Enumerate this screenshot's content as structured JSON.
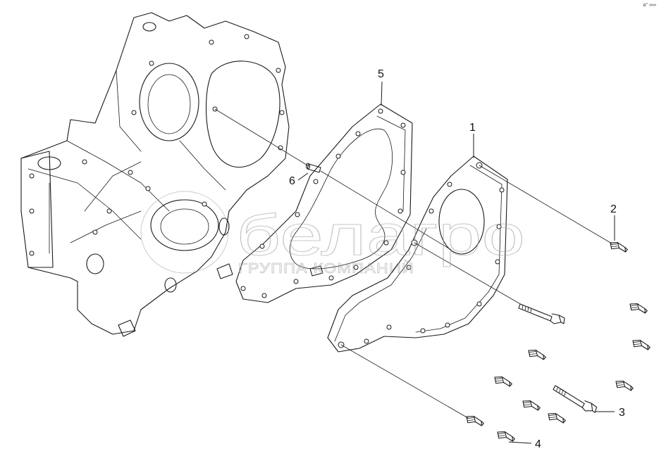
{
  "watermark": {
    "brand": "белагро",
    "subtitle": "ГРУППА КОМПАНИЙ"
  },
  "corner_mark": "a° ∞∞",
  "callouts": [
    {
      "id": "callout-1",
      "label": "1"
    },
    {
      "id": "callout-2",
      "label": "2"
    },
    {
      "id": "callout-3",
      "label": "3"
    },
    {
      "id": "callout-4",
      "label": "4"
    },
    {
      "id": "callout-5",
      "label": "5"
    },
    {
      "id": "callout-6",
      "label": "6"
    }
  ],
  "colors": {
    "line": "#1a1a1a",
    "watermark": "#9a9a9a",
    "background": "#ffffff"
  }
}
